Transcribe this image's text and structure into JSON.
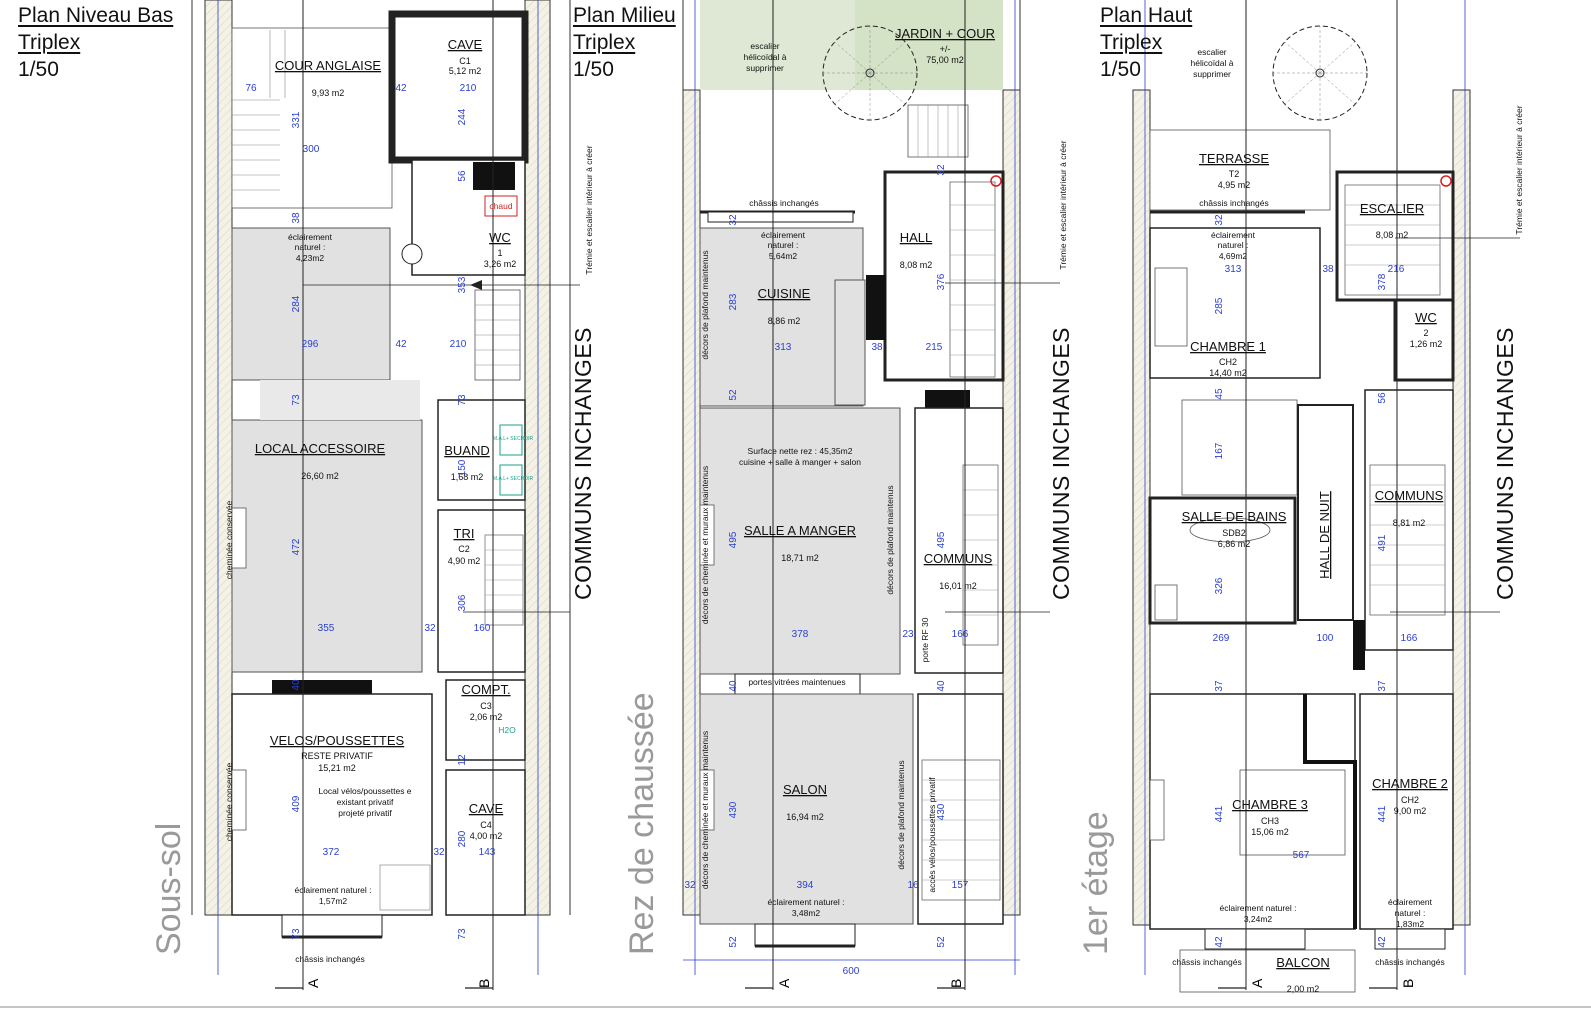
{
  "plans": [
    {
      "title": [
        "Plan Niveau Bas",
        "Triplex",
        "1/50"
      ],
      "level": "Sous-sol",
      "communs": "COMMUNS INCHANGES",
      "rooms": [
        {
          "name": "COUR ANGLAISE",
          "lines": [
            "9,93 m2"
          ]
        },
        {
          "name": "CAVE",
          "lines": [
            "C1",
            "5,12 m2"
          ]
        },
        {
          "name": "WC",
          "lines": [
            "1",
            "3,26 m2"
          ]
        },
        {
          "name": "LOCAL ACCESSOIRE",
          "lines": [
            "26,60 m2"
          ]
        },
        {
          "name": "BUAND",
          "lines": [
            "1,68 m2"
          ]
        },
        {
          "name": "TRI",
          "lines": [
            "C2",
            "4,90 m2"
          ]
        },
        {
          "name": "COMPT.",
          "lines": [
            "C3",
            "2,06 m2"
          ]
        },
        {
          "name": "VELOS/POUSSETTES",
          "lines": [
            "RESTE PRIVATIF",
            "15,21 m2"
          ]
        },
        {
          "name": "CAVE",
          "lines": [
            "C4",
            "4,00 m2"
          ]
        }
      ],
      "notes": [
        "éclairement",
        "naturel :",
        "4,23m2",
        "éclairement naturel :",
        "1,57m2",
        "châssis inchangés",
        "Local vélos/poussettes e",
        "existant privatif",
        "projeté privatif",
        "chaud",
        "cheminée conservée",
        "M.A.L+ SECHOIR",
        "H2O",
        "Trémie et escalier intérieur à créer"
      ],
      "dims": [
        "76",
        "331",
        "300",
        "42",
        "210",
        "244",
        "56",
        "38",
        "284",
        "296",
        "42",
        "210",
        "353",
        "73",
        "73",
        "150",
        "472",
        "306",
        "160",
        "355",
        "32",
        "40",
        "12",
        "409",
        "372",
        "32",
        "280",
        "143",
        "73",
        "73"
      ],
      "markers": [
        "A",
        "B"
      ]
    },
    {
      "title": [
        "Plan Milieu",
        "Triplex",
        "1/50"
      ],
      "level": "Rez de chaussée",
      "communs": "COMMUNS INCHANGES",
      "rooms": [
        {
          "name": "JARDIN + COUR",
          "lines": [
            "+/-",
            "75,00 m2"
          ]
        },
        {
          "name": "HALL",
          "lines": [
            "8,08 m2"
          ]
        },
        {
          "name": "CUISINE",
          "lines": [
            "8,86 m2"
          ]
        },
        {
          "name": "SALLE A MANGER",
          "lines": [
            "18,71 m2"
          ]
        },
        {
          "name": "COMMUNS",
          "lines": [
            "16,01 m2"
          ]
        },
        {
          "name": "SALON",
          "lines": [
            "16,94 m2"
          ]
        }
      ],
      "notes": [
        "escalier",
        "hélicoïdal à",
        "supprimer",
        "châssis inchangés",
        "éclairement",
        "naturel :",
        "5,64m2",
        "Surface nette rez : 45,35m2",
        "cuisine + salle à manger + salon",
        "portes vitrées maintenues",
        "éclairement naturel :",
        "3,48m2",
        "décors de plafond maintenus",
        "décors de cheminée et muraux maintenus",
        "porte RF 30",
        "accès vélos/poussettes privatif",
        "Trémie et escalier intérieur à créer"
      ],
      "dims": [
        "32",
        "32",
        "283",
        "313",
        "38",
        "376",
        "215",
        "52",
        "495",
        "495",
        "378",
        "23",
        "166",
        "40",
        "40",
        "430",
        "430",
        "394",
        "32",
        "16",
        "157",
        "52",
        "52",
        "600"
      ],
      "markers": [
        "A",
        "B"
      ]
    },
    {
      "title": [
        "Plan Haut",
        "Triplex",
        "1/50"
      ],
      "level": "1er étage",
      "communs": "COMMUNS INCHANGES",
      "rooms": [
        {
          "name": "TERRASSE",
          "lines": [
            "T2",
            "4,95 m2"
          ]
        },
        {
          "name": "ESCALIER",
          "lines": [
            "8,08 m2"
          ]
        },
        {
          "name": "WC",
          "lines": [
            "2",
            "1,26 m2"
          ]
        },
        {
          "name": "CHAMBRE 1",
          "lines": [
            "CH2",
            "14,40 m2"
          ]
        },
        {
          "name": "SALLE DE BAINS",
          "lines": [
            "SDB2",
            "6,86 m2"
          ]
        },
        {
          "name": "HALL DE NUIT",
          "lines": []
        },
        {
          "name": "COMMUNS",
          "lines": [
            "8,81 m2"
          ]
        },
        {
          "name": "CHAMBRE 3",
          "lines": [
            "CH3",
            "15,06 m2"
          ]
        },
        {
          "name": "CHAMBRE 2",
          "lines": [
            "CH2",
            "9,00 m2"
          ]
        },
        {
          "name": "BALCON",
          "lines": [
            "2,00 m2"
          ]
        }
      ],
      "notes": [
        "escalier",
        "hélicoïdal à",
        "supprimer",
        "châssis inchangés",
        "éclairement",
        "naturel :",
        "4,69m2",
        "éclairement naturel :",
        "3,24m2",
        "éclairement",
        "naturel :",
        "1,83m2",
        "châssis inchangés",
        "Trémie et escalier intérieur à créer"
      ],
      "dims": [
        "32",
        "313",
        "38",
        "216",
        "378",
        "285",
        "45",
        "167",
        "56",
        "491",
        "326",
        "269",
        "100",
        "166",
        "37",
        "37",
        "441",
        "441",
        "567",
        "42",
        "42"
      ],
      "markers": [
        "A",
        "B"
      ]
    }
  ]
}
